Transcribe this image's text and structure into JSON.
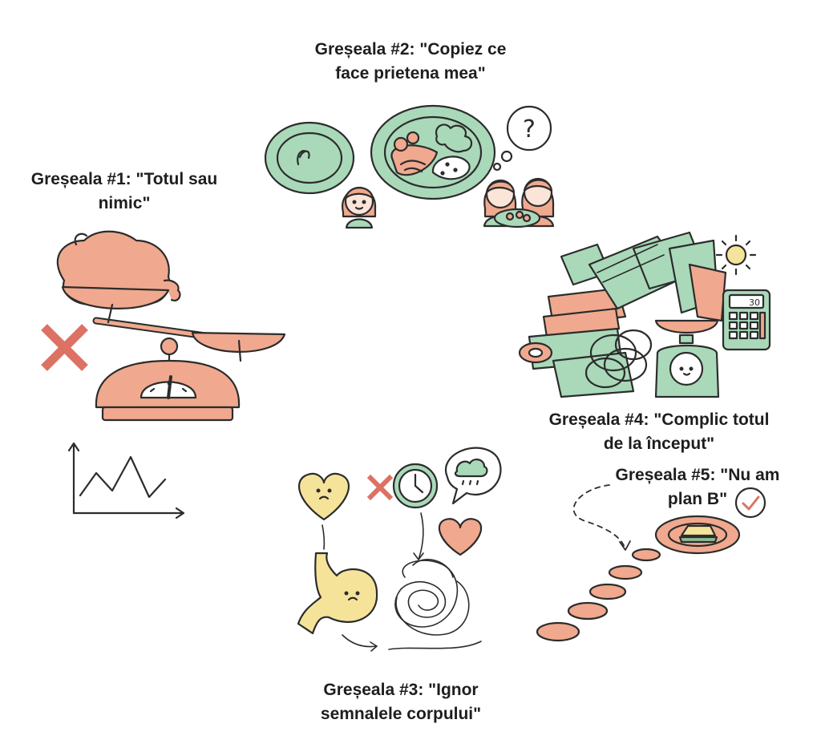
{
  "mistakes": [
    {
      "line1": "Greșeala #1: \"Totul sau",
      "line2": "nimic\""
    },
    {
      "line1": "Greșeala #2: \"Copiez ce",
      "line2": "face prietena mea\""
    },
    {
      "line1": "Greșeala #3: \"Ignor",
      "line2": "semnalele corpului\""
    },
    {
      "line1": "Greșeala #4: \"Complic totul",
      "line2": "de la început\""
    },
    {
      "line1": "Greșeala #5: \"Nu am",
      "line2": "plan B\""
    }
  ],
  "icons": {
    "question_mark": "?",
    "calculator_display": "30"
  },
  "colors": {
    "peach": "#f0a98e",
    "mint": "#a9d9b9",
    "yellow": "#f6e39a",
    "red_cross": "#dc7264",
    "outline": "#2c2c2c"
  }
}
